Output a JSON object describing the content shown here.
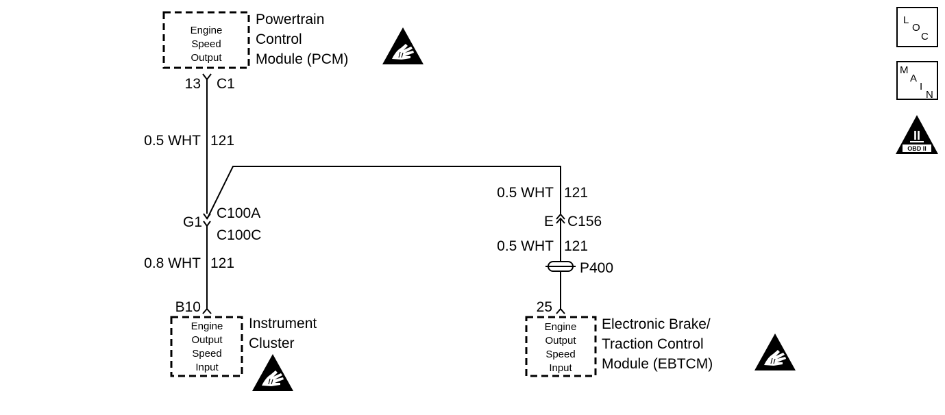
{
  "colors": {
    "ink": "#000000",
    "background": "#ffffff"
  },
  "pcm": {
    "box_lines": [
      "Engine",
      "Speed",
      "Output"
    ],
    "name_lines": [
      "Powertrain",
      "Control",
      "Module (PCM)"
    ],
    "pin": "13",
    "connector": "C1"
  },
  "wire_top": {
    "gauge_color": "0.5 WHT",
    "circuit": "121"
  },
  "splice": {
    "pin": "G1",
    "connector_a": "C100A",
    "connector_c": "C100C"
  },
  "wire_cluster": {
    "gauge_color": "0.8 WHT",
    "circuit": "121"
  },
  "cluster": {
    "pin": "B10",
    "box_lines": [
      "Engine",
      "Output",
      "Speed",
      "Input"
    ],
    "name_lines": [
      "Instrument",
      "Cluster"
    ]
  },
  "wire_ebtcm_upper": {
    "gauge_color": "0.5 WHT",
    "circuit": "121"
  },
  "c156": {
    "pin": "E",
    "connector": "C156"
  },
  "wire_ebtcm_lower": {
    "gauge_color": "0.5 WHT",
    "circuit": "121"
  },
  "p400": {
    "label": "P400"
  },
  "ebtcm": {
    "pin": "25",
    "box_lines": [
      "Engine",
      "Output",
      "Speed",
      "Input"
    ],
    "name_lines": [
      "Electronic Brake/",
      "Traction Control",
      "Module (EBTCM)"
    ]
  },
  "legend": {
    "loc": {
      "letters": [
        "L",
        "O",
        "C"
      ]
    },
    "main": {
      "letters": [
        "M",
        "A",
        "I",
        "N"
      ]
    },
    "obd": {
      "numeral": "II",
      "label": "OBD II"
    }
  },
  "icons": [
    "esd-warning-icon",
    "esd-warning-icon",
    "esd-warning-icon",
    "obd-ii-icon"
  ]
}
